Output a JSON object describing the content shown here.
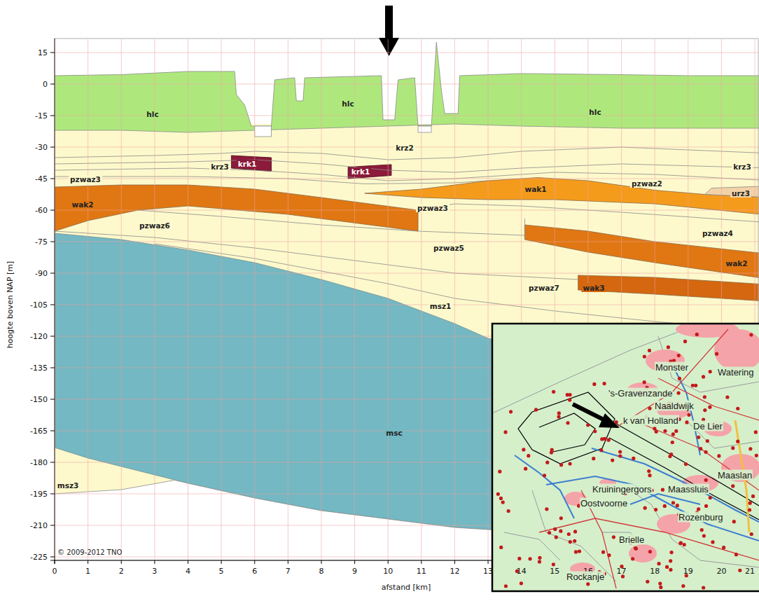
{
  "diagram": {
    "labels": [
      "15",
      "0",
      "-15",
      "-30",
      "-45",
      "-60",
      "-75",
      "-90",
      "-105",
      "-120",
      "-135",
      "-150",
      "-165",
      "-180",
      "-195",
      "-210",
      "-225",
      "0",
      "1",
      "2",
      "3",
      "4",
      "5",
      "6",
      "7",
      "8",
      "9",
      "10",
      "11",
      "12",
      "13",
      "14",
      "15",
      "16",
      "17",
      "18",
      "19",
      "20",
      "21",
      "hoogte boven NAP [m]",
      "afstand [km]",
      "© 2009-2012 TNO",
      "hlc",
      "hlc",
      "hlc",
      "krz2",
      "krz3",
      "krk1",
      "krk1",
      "krz3",
      "pzwaz3",
      "wak1",
      "pzwaz2",
      "urz3",
      "wak2",
      "pzwaz3",
      "pzwaz6",
      "pzwaz5",
      "pzwaz4",
      "wak2",
      "pzwaz7",
      "wak3",
      "msz1",
      "msc",
      "msz3",
      "Monster",
      "Watering",
      "'s-Gravenzande",
      "Naaldwijk",
      "k van Holland",
      "De Lier",
      "Maaslan",
      "Maassluis",
      "Kruiningergors",
      "Oostvoorne",
      "Rozenburg",
      "Brielle",
      "Rockanje"
    ]
  }
}
